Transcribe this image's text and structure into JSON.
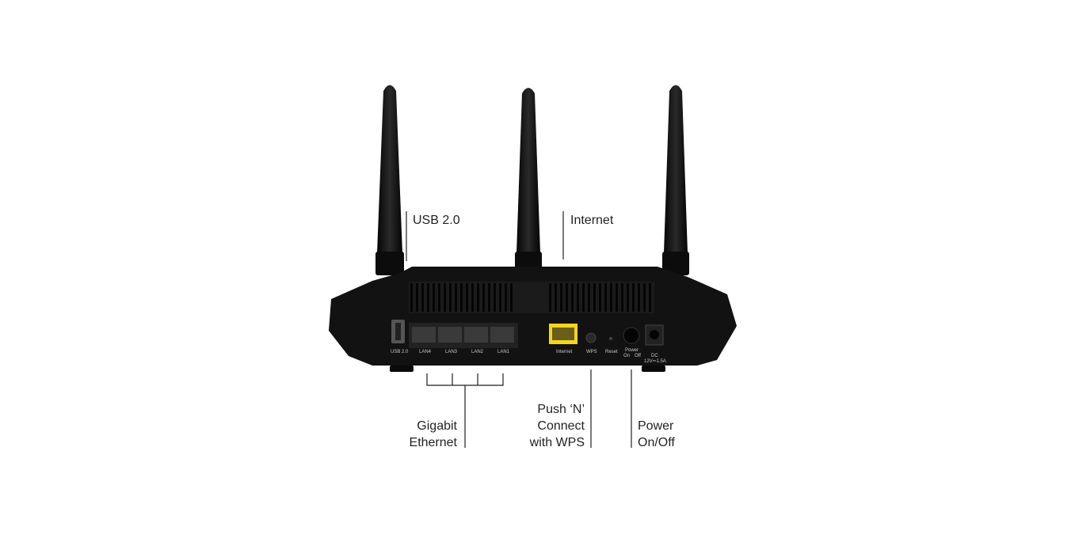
{
  "callouts": {
    "usb": "USB 2.0",
    "internet": "Internet",
    "gigabit_line1": "Gigabit",
    "gigabit_line2": "Ethernet",
    "wps_line1": "Push ‘N’",
    "wps_line2": "Connect",
    "wps_line3": "with WPS",
    "power_line1": "Power",
    "power_line2": "On/Off"
  },
  "port_labels": {
    "usb": "USB 2.0",
    "lan": [
      "LAN4",
      "LAN3",
      "LAN2",
      "LAN1"
    ],
    "internet": "Internet",
    "wps": "WPS",
    "reset": "Reset",
    "power": "Power",
    "power_on": "On",
    "power_off": "Off",
    "dc": "DC",
    "dc_rating": "12V⎓1.5A"
  },
  "colors": {
    "router_body": "#121212",
    "internet_port": "#f2d61b",
    "callout_text": "#231f20"
  }
}
